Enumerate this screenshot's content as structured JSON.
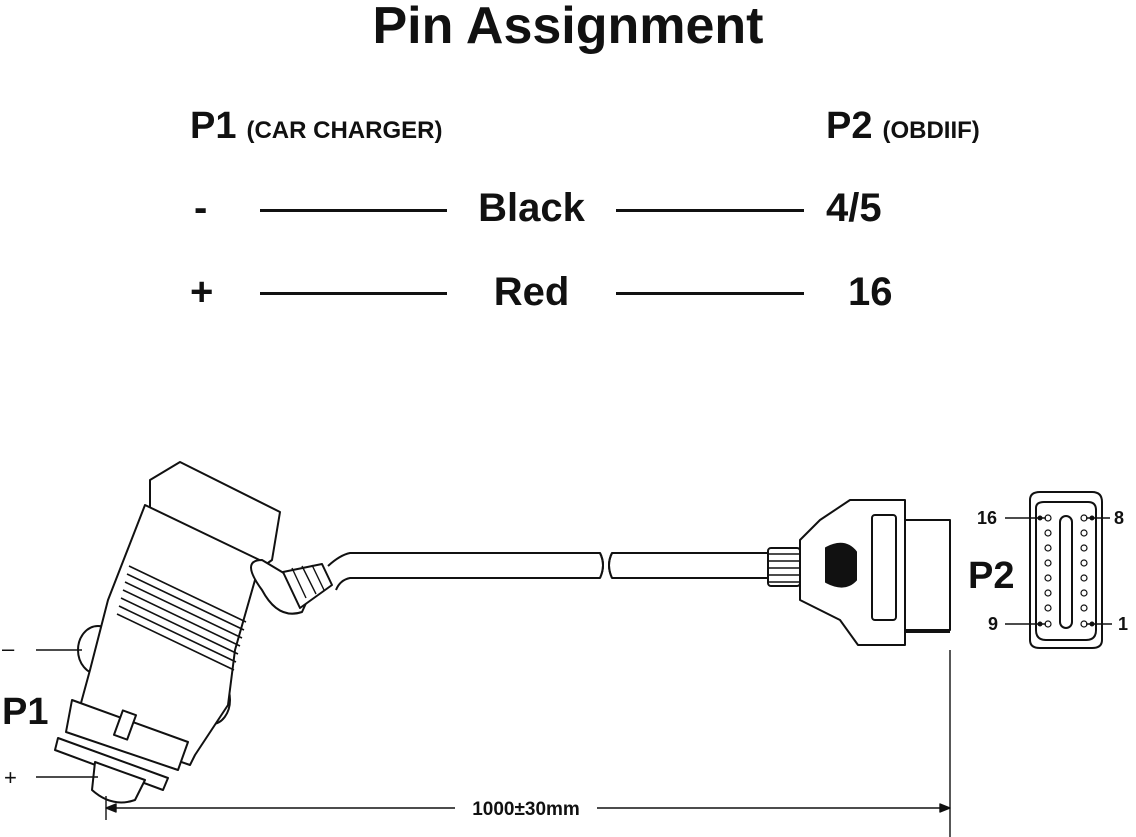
{
  "title": "Pin Assignment",
  "headers": {
    "p1": {
      "label": "P1",
      "sub": "(CAR CHARGER)"
    },
    "p2": {
      "label": "P2",
      "sub": "(OBDIIF)"
    }
  },
  "rows": [
    {
      "p1_pin": "-",
      "wire": "Black",
      "p2_pin": "4/5"
    },
    {
      "p1_pin": "+",
      "wire": "Red",
      "p2_pin": "16"
    }
  ],
  "drawing": {
    "p1_label": "P1",
    "p2_label": "P2",
    "minus_label": "–",
    "plus_label": "+",
    "length": "1000±30mm",
    "pin_labels": {
      "top_left": "16",
      "top_right": "8",
      "bottom_left": "9",
      "bottom_right": "1"
    }
  }
}
